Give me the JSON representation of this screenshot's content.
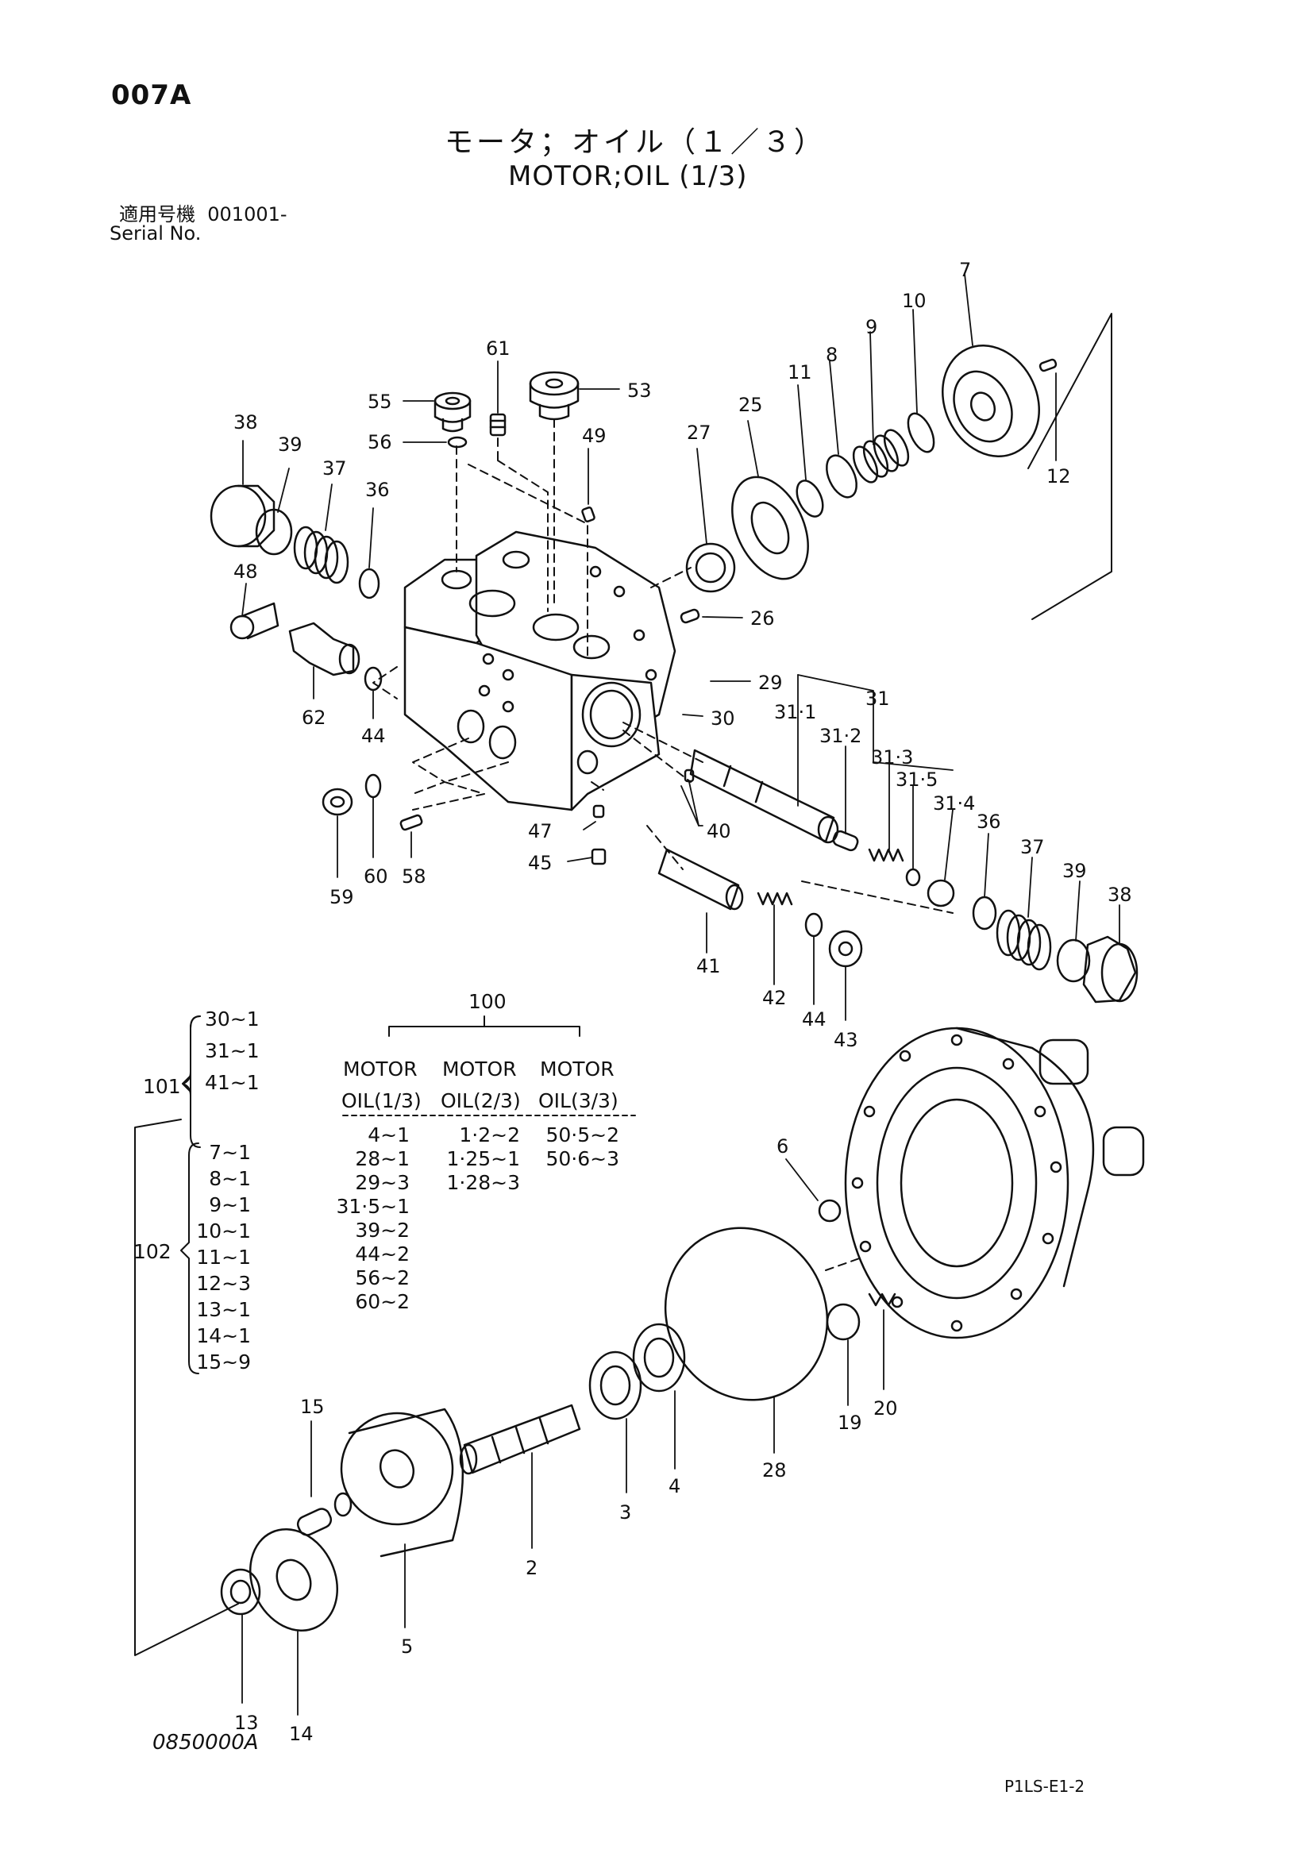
{
  "page_code": "007A",
  "title_ja": "モータ；オイル（１／３）",
  "title_en": "MOTOR;OIL (1/3)",
  "serial": {
    "label_ja": "適用号機",
    "value": "001001-",
    "label_en": "Serial No."
  },
  "callouts": {
    "c2": "2",
    "c3": "3",
    "c4": "4",
    "c5": "5",
    "c6": "6",
    "c7": "7",
    "c8": "8",
    "c9": "9",
    "c10": "10",
    "c11": "11",
    "c12": "12",
    "c13": "13",
    "c14": "14",
    "c15": "15",
    "c19": "19",
    "c20": "20",
    "c25": "25",
    "c26": "26",
    "c27": "27",
    "c28": "28",
    "c29": "29",
    "c30": "30",
    "c31": "31",
    "c31_1": "31·1",
    "c31_2": "31·2",
    "c31_3": "31·3",
    "c31_4": "31·4",
    "c31_5": "31·5",
    "c36a": "36",
    "c36b": "36",
    "c37a": "37",
    "c37b": "37",
    "c38a": "38",
    "c38b": "38",
    "c39a": "39",
    "c39b": "39",
    "c40": "40",
    "c41": "41",
    "c42": "42",
    "c43": "43",
    "c44a": "44",
    "c44b": "44",
    "c45": "45",
    "c47": "47",
    "c48": "48",
    "c49": "49",
    "c53": "53",
    "c55": "55",
    "c56": "56",
    "c58": "58",
    "c59": "59",
    "c60": "60",
    "c61": "61",
    "c62": "62"
  },
  "kit_101": {
    "label": "101",
    "items": [
      "30~1",
      "31~1",
      "41~1"
    ]
  },
  "kit_100": {
    "label": "100",
    "headers_top": [
      "MOTOR",
      "MOTOR",
      "MOTOR"
    ],
    "headers_bottom": [
      "OIL(1/3)",
      "OIL(2/3)",
      "OIL(3/3)"
    ],
    "col1": [
      "4~1",
      "28~1",
      "29~3",
      "31·5~1",
      "39~2",
      "44~2",
      "56~2",
      "60~2"
    ],
    "col2": [
      "1·2~2",
      "1·25~1",
      "1·28~3"
    ],
    "col3": [
      "50·5~2",
      "50·6~3"
    ]
  },
  "kit_102": {
    "label": "102",
    "items": [
      "7~1",
      "8~1",
      "9~1",
      "10~1",
      "11~1",
      "12~3",
      "13~1",
      "14~1",
      "15~9"
    ]
  },
  "footer_left": "0850000A",
  "footer_right": "P1LS-E1-2"
}
